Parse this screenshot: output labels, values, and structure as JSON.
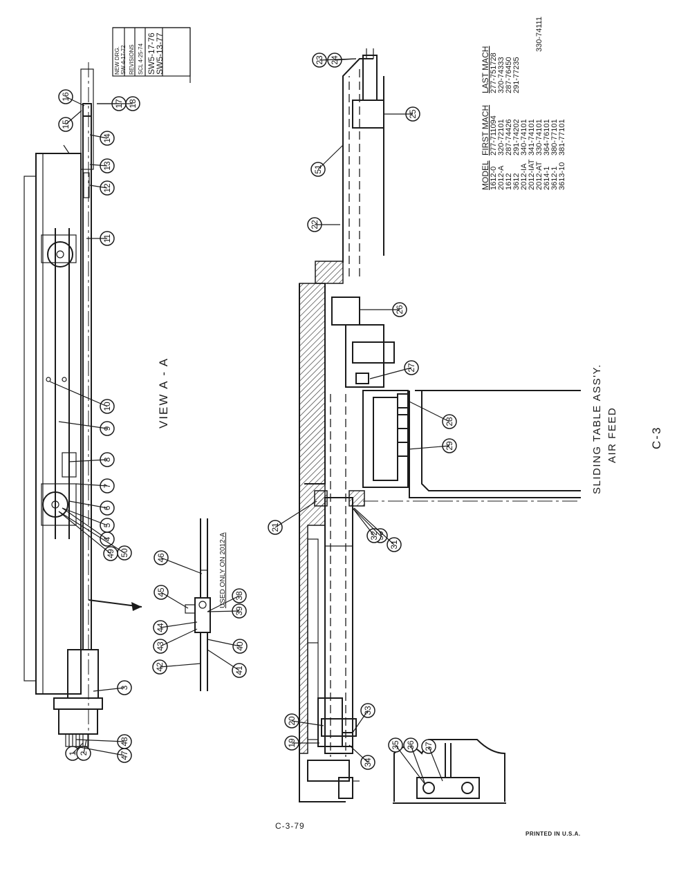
{
  "revisions": {
    "rows": [
      "NEW DRG.",
      "SW 4-17-72",
      "REVISIONS",
      "SCL 4-25-74",
      "SW5-17-76",
      "SW5-13-77"
    ]
  },
  "title": {
    "line1": "SLIDING TABLE ASS'Y.",
    "line2": "AIR FEED",
    "sheet": "C-3"
  },
  "view_label": "VIEW A - A",
  "used_only_note": "USED ONLY ON 2012-A",
  "footer": {
    "page_code": "C-3-79",
    "printed": "PRINTED IN U.S.A."
  },
  "model_table": {
    "headers": [
      "MODEL",
      "FIRST MACH",
      "LAST MACH"
    ],
    "rows": [
      [
        "1612-0",
        "277-711094",
        "277-751728"
      ],
      [
        "2012-A",
        "320-72101",
        "320-74333"
      ],
      [
        "1612",
        "287-74426",
        "287-76450"
      ],
      [
        "3612",
        "291-74202",
        "291-77235"
      ],
      [
        "2012-IA",
        "340-74101",
        ""
      ],
      [
        "2012-IAT",
        "341-74101",
        ""
      ],
      [
        "2012-AT",
        "330-74101",
        "330-74111"
      ],
      [
        "2614-1",
        "364-76101",
        ""
      ],
      [
        "3612-1",
        "380-77101",
        ""
      ],
      [
        "3613-10",
        "381-77101",
        ""
      ]
    ]
  },
  "callouts": [
    "1",
    "2",
    "3",
    "4",
    "5",
    "6",
    "7",
    "8",
    "9",
    "10",
    "11",
    "12",
    "13",
    "14",
    "15",
    "16",
    "17",
    "18",
    "19",
    "20",
    "21",
    "22",
    "23",
    "24",
    "25",
    "26",
    "27",
    "28",
    "29",
    "30",
    "31",
    "32",
    "33",
    "34",
    "35",
    "36",
    "37",
    "38",
    "39",
    "40",
    "41",
    "42",
    "43",
    "44",
    "45",
    "46",
    "47",
    "48",
    "49",
    "50",
    "51"
  ]
}
